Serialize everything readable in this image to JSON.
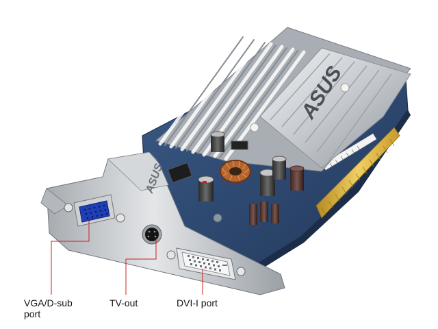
{
  "image": {
    "brand_logo_text": "ASUS",
    "leader_line_color": "#cc1f1f"
  },
  "callouts": [
    {
      "id": "vga",
      "line1": "VGA/D-sub",
      "line2": "port"
    },
    {
      "id": "tv",
      "line1": "TV-out",
      "line2": ""
    },
    {
      "id": "dvi",
      "line1": "DVI-I port",
      "line2": ""
    }
  ]
}
